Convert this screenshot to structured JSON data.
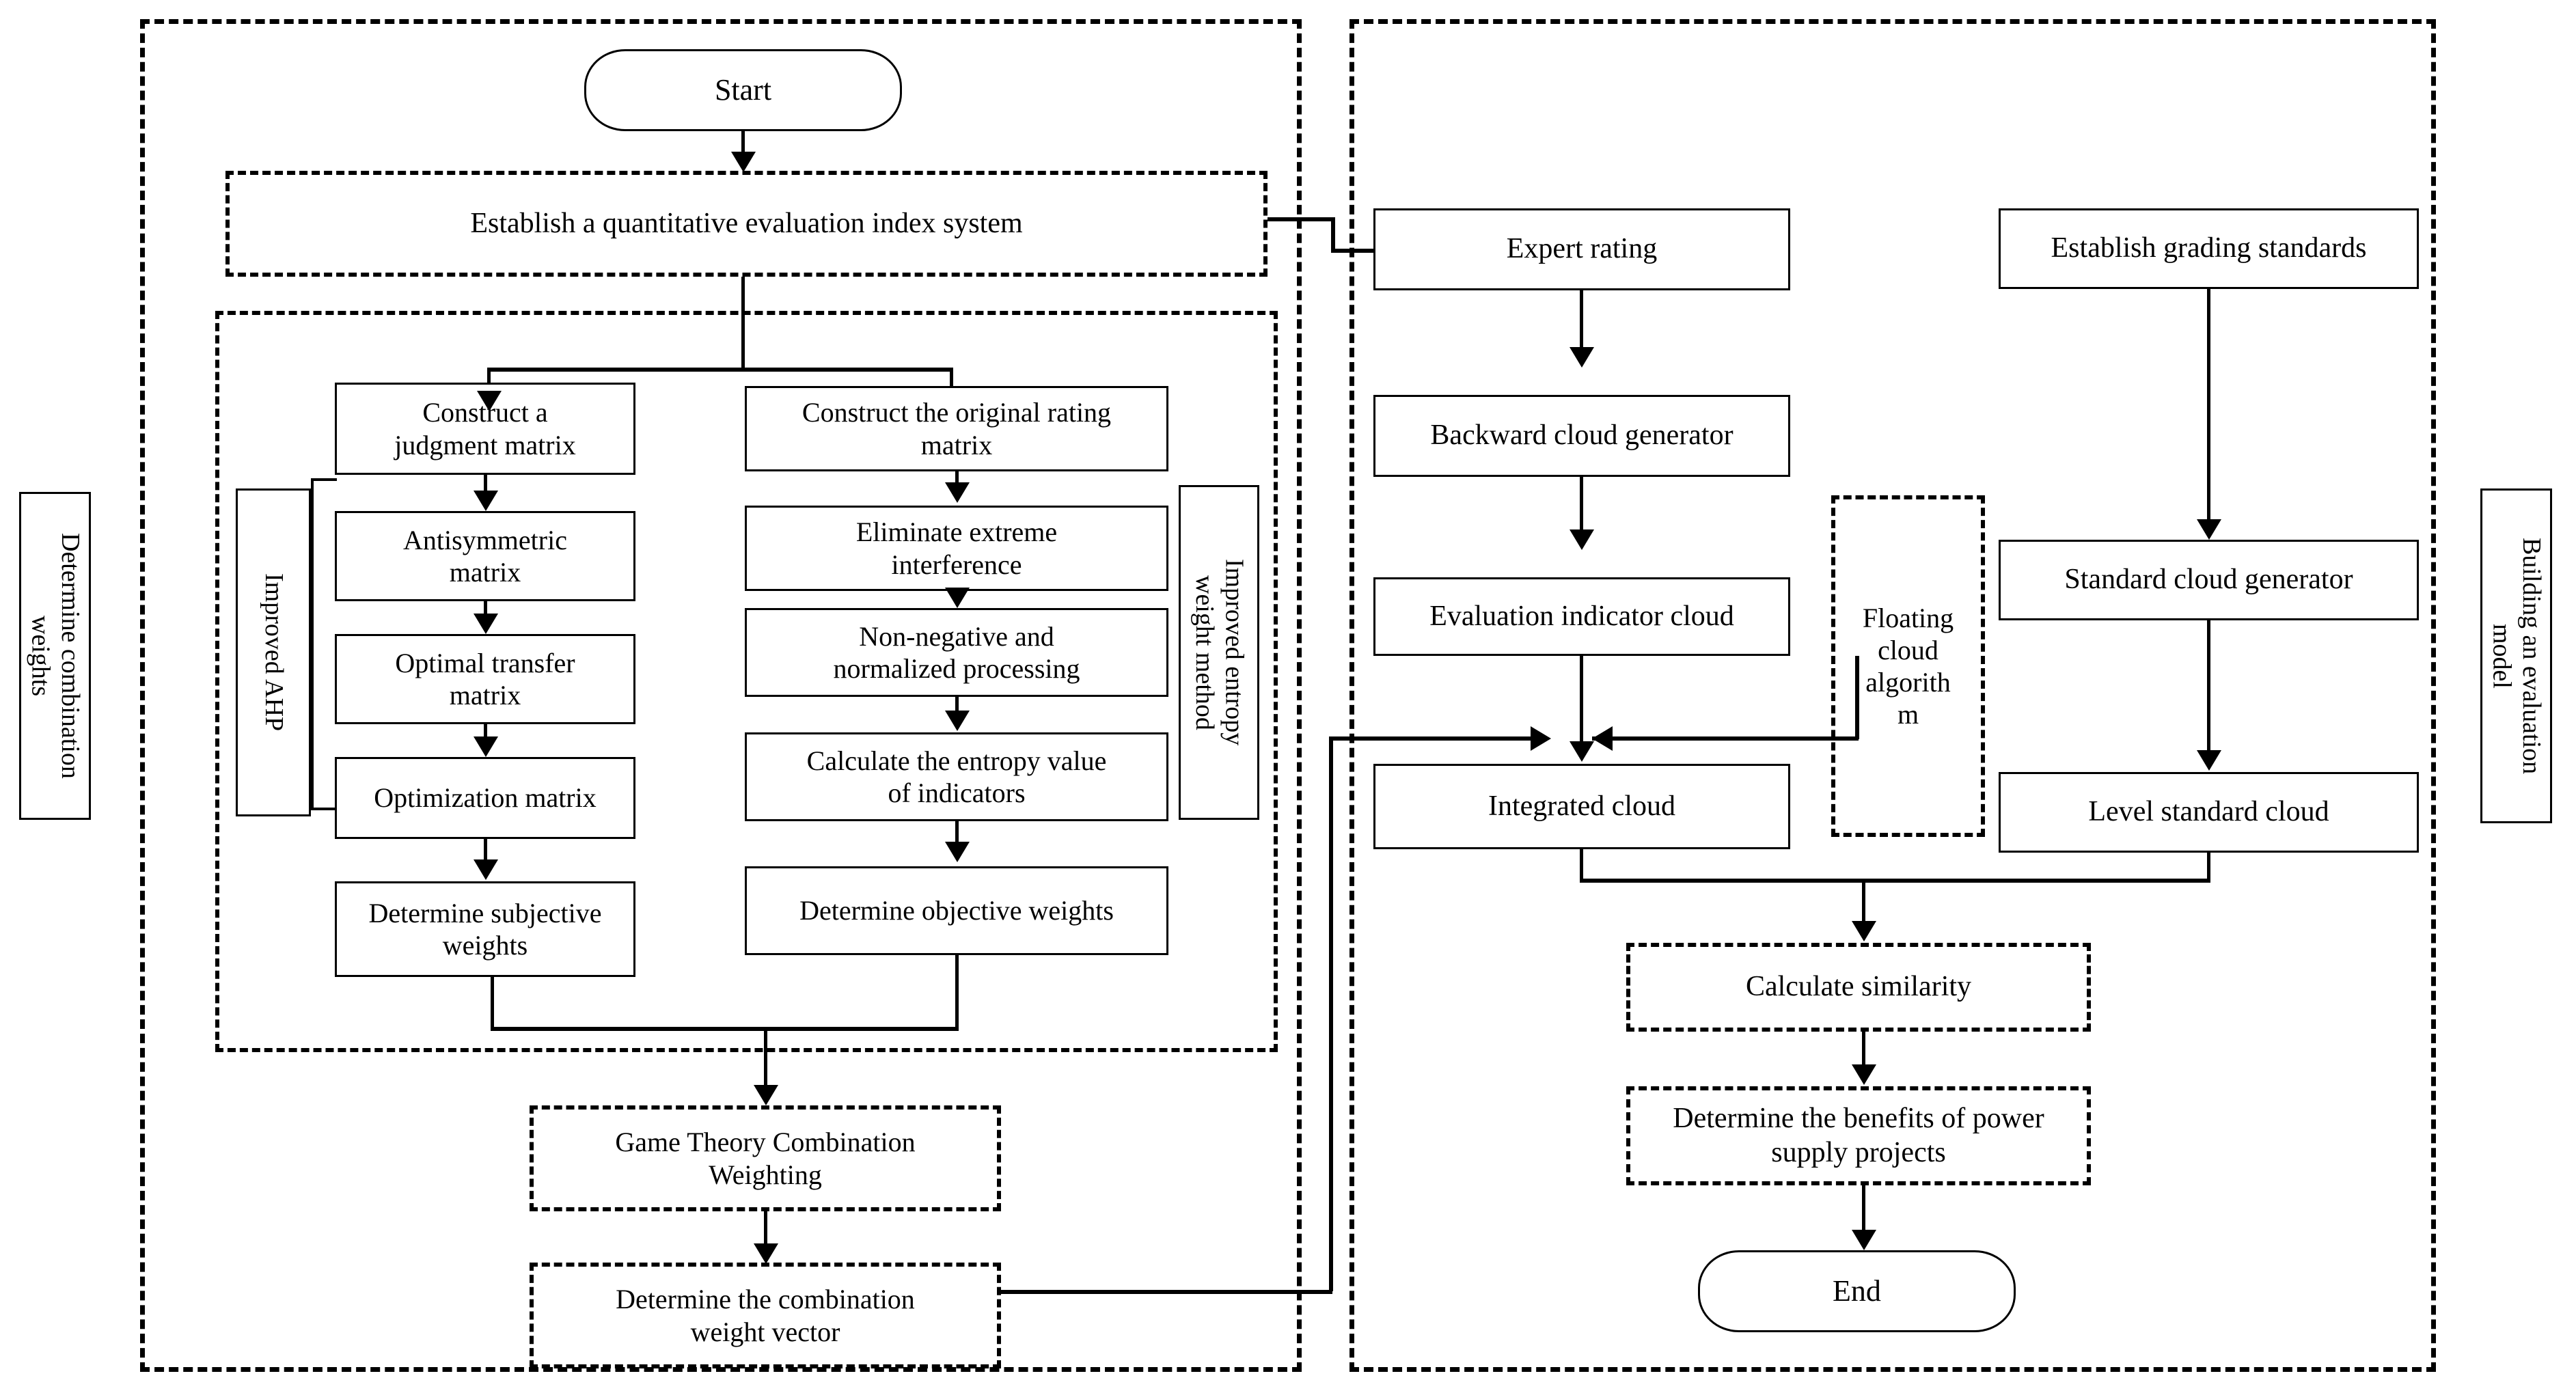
{
  "figure": {
    "type": "flowchart",
    "description": "Two-phase evaluation methodology flowchart: determining combination weights (left) and building an evaluation model (right)"
  },
  "groups": {
    "left_phase_label": "Determine combination\nweights",
    "right_phase_label": "Building an evaluation\nmodel",
    "improved_ahp_label": "Improved AHP",
    "improved_entropy_label": "Improved entropy\nweight method"
  },
  "nodes": {
    "start": "Start",
    "index_system": "Establish a quantitative evaluation index system",
    "ahp": {
      "n1": "Construct a\njudgment matrix",
      "n2": "Antisymmetric\nmatrix",
      "n3": "Optimal transfer\nmatrix",
      "n4": "Optimization matrix",
      "n5": "Determine subjective\nweights"
    },
    "entropy": {
      "n1": "Construct the original rating\nmatrix",
      "n2": "Eliminate extreme\ninterference",
      "n3": "Non-negative and\nnormalized processing",
      "n4": "Calculate the entropy value\nof indicators",
      "n5": "Determine objective weights"
    },
    "combination": {
      "n1": "Game Theory Combination\nWeighting",
      "n2": "Determine the combination\nweight vector"
    },
    "model": {
      "expert_rating": "Expert rating",
      "backward_cloud": "Backward cloud generator",
      "indicator_cloud": "Evaluation indicator cloud",
      "integrated_cloud": "Integrated cloud",
      "floating_cloud": "Floating\ncloud\nalgorith\nm",
      "grading_standards": "Establish grading standards",
      "standard_cloud": "Standard cloud generator",
      "level_standard_cloud": "Level standard cloud",
      "calc_similarity": "Calculate similarity",
      "determine_benefits": "Determine the benefits of power\nsupply projects",
      "end": "End"
    }
  },
  "colors": {
    "stroke": "#000000",
    "background": "#ffffff"
  }
}
